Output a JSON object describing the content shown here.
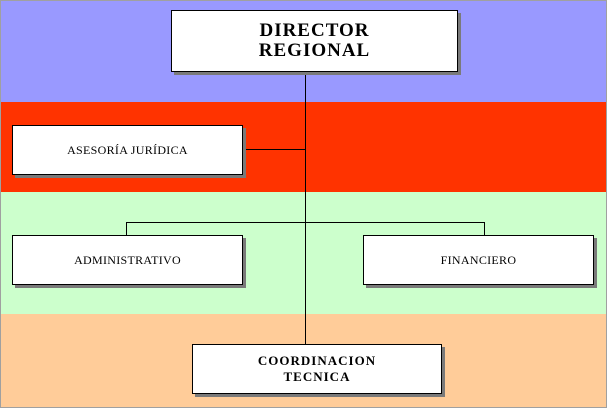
{
  "colors": {
    "band_top": "#9999ff",
    "band_red": "#ff3300",
    "band_green": "#ccffcc",
    "band_bottom": "#ffcc99",
    "box_fill": "#ffffff",
    "box_border": "#000000",
    "connector": "#000000"
  },
  "nodes": {
    "director": "DIRECTOR\nREGIONAL",
    "asesoria": "ASESORÍA JURÍDICA",
    "administrativo": "ADMINISTRATIVO",
    "financiero": "FINANCIERO",
    "coordinacion": "COORDINACION\nTECNICA"
  }
}
